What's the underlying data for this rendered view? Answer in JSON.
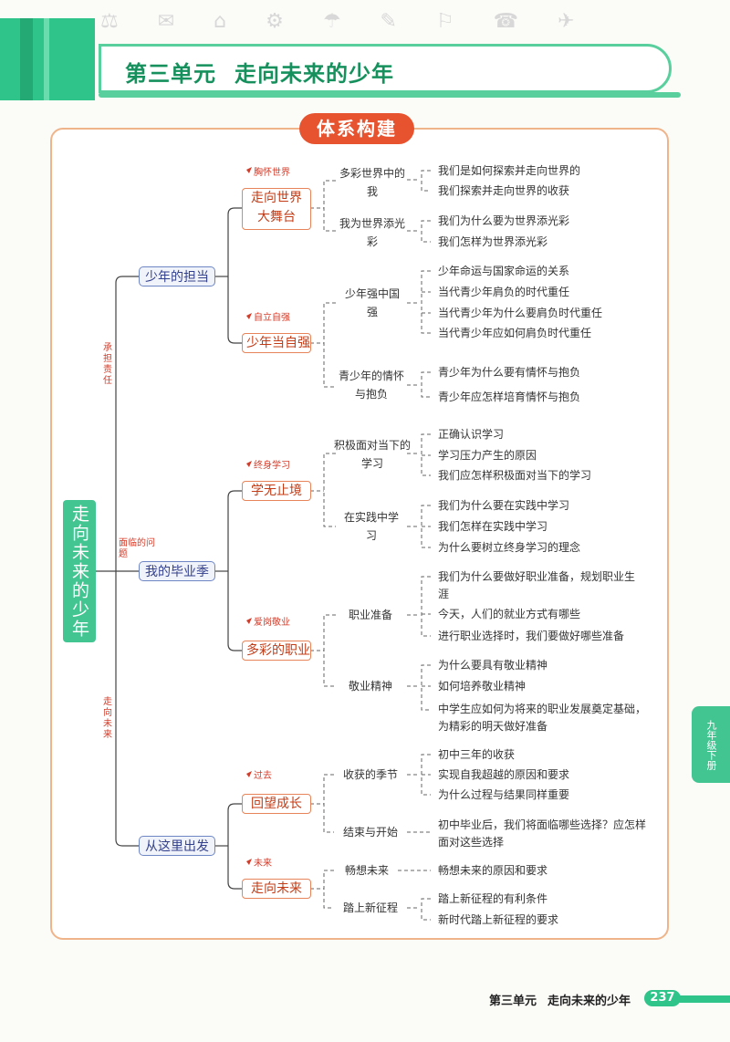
{
  "header": {
    "unit": "第三单元",
    "title": "走向未来的少年"
  },
  "section_title": "体系构建",
  "root": "走向未来的少年",
  "branch_tags": {
    "b1": "承担责任",
    "b2": "面临的问题",
    "b3": "走向未来"
  },
  "nodes": {
    "n1": "少年的担当",
    "n2": "我的毕业季",
    "n3": "从这里出发",
    "n1a": "走向世界大舞台",
    "n1b": "少年当自强",
    "n2a": "学无止境",
    "n2b": "多彩的职业",
    "n3a": "回望成长",
    "n3b": "走向未来"
  },
  "tags": {
    "t1a": "胸怀世界",
    "t1b": "自立自强",
    "t2a": "终身学习",
    "t2b": "爱岗敬业",
    "t3a": "过去",
    "t3b": "未来"
  },
  "level3": {
    "a1": "多彩世界中的我",
    "a2": "我为世界添光彩",
    "b1": "少年强中国强",
    "b2": "青少年的情怀与抱负",
    "c1": "积极面对当下的学习",
    "c2": "在实践中学习",
    "d1": "职业准备",
    "d2": "敬业精神",
    "e1": "收获的季节",
    "e2": "结束与开始",
    "f1": "畅想未来",
    "f2": "踏上新征程"
  },
  "leaves": {
    "a1": [
      "我们是如何探索并走向世界的",
      "我们探索并走向世界的收获"
    ],
    "a2": [
      "我们为什么要为世界添光彩",
      "我们怎样为世界添光彩"
    ],
    "b1": [
      "少年命运与国家命运的关系",
      "当代青少年肩负的时代重任",
      "当代青少年为什么要肩负时代重任",
      "当代青少年应如何肩负时代重任"
    ],
    "b2": [
      "青少年为什么要有情怀与抱负",
      "青少年应怎样培育情怀与抱负"
    ],
    "c1": [
      "正确认识学习",
      "学习压力产生的原因",
      "我们应怎样积极面对当下的学习"
    ],
    "c2": [
      "我们为什么要在实践中学习",
      "我们怎样在实践中学习",
      "为什么要树立终身学习的理念"
    ],
    "d1": [
      "我们为什么要做好职业准备，规划职业生涯",
      "今天，人们的就业方式有哪些",
      "进行职业选择时，我们要做好哪些准备"
    ],
    "d2": [
      "为什么要具有敬业精神",
      "如何培养敬业精神",
      "中学生应如何为将来的职业发展奠定基础，为精彩的明天做好准备"
    ],
    "e1": [
      "初中三年的收获",
      "实现自我超越的原因和要求",
      "为什么过程与结果同样重要"
    ],
    "e2": [
      "初中毕业后，我们将面临哪些选择？应怎样面对这些选择"
    ],
    "f1": [
      "畅想未来的原因和要求"
    ],
    "f2": [
      "踏上新征程的有利条件",
      "新时代踏上新征程的要求"
    ]
  },
  "side_tab": "九年级下册",
  "footer": {
    "unit": "第三单元",
    "title": "走向未来的少年",
    "page": "237"
  },
  "colors": {
    "green": "#2fc48a",
    "orange": "#e8532f",
    "blue": "#6f86c4"
  }
}
